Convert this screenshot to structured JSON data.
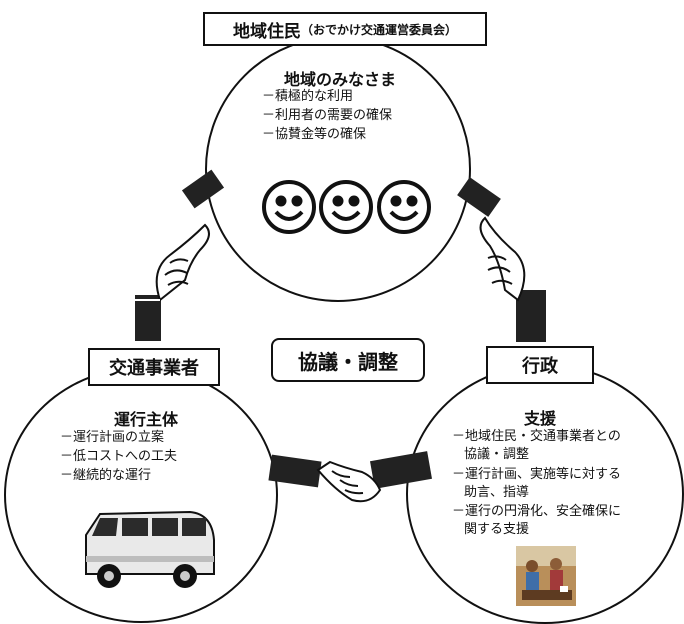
{
  "top": {
    "box_title": "地域住民",
    "box_sub": "（おでかけ交通運営委員会）",
    "heading": "地域のみなさま",
    "items": [
      "－積極的な利用",
      "－利用者の需要の確保",
      "－協賛金等の確保"
    ]
  },
  "left": {
    "box_label": "交通事業者",
    "heading": "運行主体",
    "items": [
      "－運行計画の立案",
      "－低コストへの工夫",
      "－継続的な運行"
    ]
  },
  "right": {
    "box_label": "行政",
    "heading": "支援",
    "items": [
      [
        "－地域住民・交通事業者との",
        "協議・調整"
      ],
      [
        "－運行計画、実施等に対する",
        "助言、指導"
      ],
      [
        "－運行の円滑化、安全確保に",
        "関する支援"
      ]
    ]
  },
  "center": {
    "label": "協議・調整"
  },
  "icons": [
    "smiley-face-icon",
    "handshake-icon",
    "van-icon",
    "meeting-people-icon"
  ]
}
